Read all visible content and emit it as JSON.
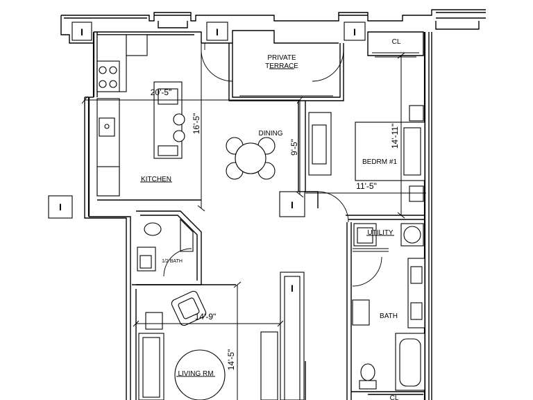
{
  "rooms": {
    "private_terrace": [
      "PRIVATE",
      "TERRACE"
    ],
    "dining": "DINING",
    "kitchen": "KITCHEN",
    "bedroom": "BEDRM #1",
    "utility": "UTILITY",
    "half_bath": "1/2 BATH",
    "bath": "BATH",
    "living": "LIVING RM",
    "closet_top": "CL",
    "closet_bottom": "CL"
  },
  "dimensions": {
    "kitchen_width": "20'-5\"",
    "kitchen_depth": "16'-5\"",
    "dining_depth": "9'-5\"",
    "bedroom_width": "11'-5\"",
    "bedroom_depth": "14'-11\"",
    "living_width": "14'-9\"",
    "living_depth": "14'-5\""
  },
  "columns": {
    "marker": "I"
  }
}
